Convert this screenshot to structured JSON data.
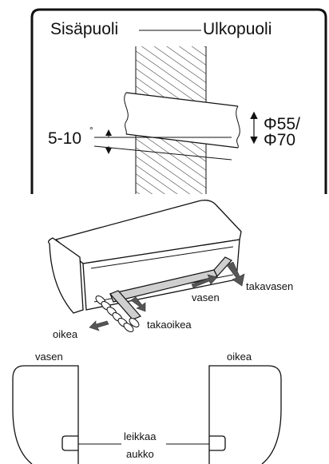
{
  "wall_diagram": {
    "inside_label": "Sisäpuoli",
    "outside_label": "Ulkopuoli",
    "angle_label": "5-10",
    "degree_mark": "°",
    "diameter_label_1": "Φ55/",
    "diameter_label_2": "Φ70"
  },
  "unit_diagram": {
    "direction_rear_left": "takavasen",
    "direction_left": "vasen",
    "direction_rear_right": "takaoikea",
    "direction_right": "oikea"
  },
  "side_panels": {
    "left_panel_label": "vasen",
    "right_panel_label": "oikea",
    "cut_label_line1": "leikkaa",
    "cut_label_line2": "aukko"
  }
}
